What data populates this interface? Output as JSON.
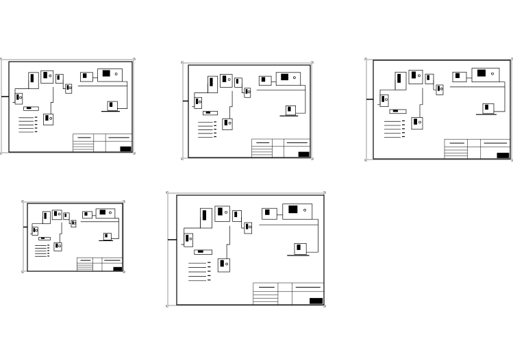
{
  "viewer": {
    "background": "#ffffff",
    "line_color": "#000000",
    "sheet_count": 5
  },
  "sheets": [
    {
      "id": "sheet-1",
      "type": "process-flow-drawing"
    },
    {
      "id": "sheet-2",
      "type": "process-flow-drawing"
    },
    {
      "id": "sheet-3",
      "type": "process-flow-drawing"
    },
    {
      "id": "sheet-4",
      "type": "process-flow-drawing"
    },
    {
      "id": "sheet-5",
      "type": "process-flow-drawing"
    }
  ]
}
